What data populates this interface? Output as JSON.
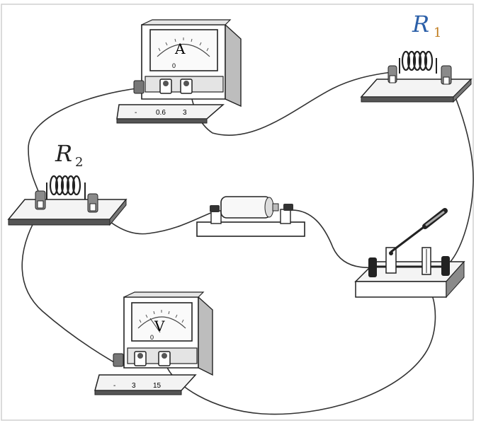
{
  "labels": {
    "r1": {
      "letter": "R",
      "sub": "1"
    },
    "r2": {
      "letter": "R",
      "sub": "2"
    }
  },
  "ammeter": {
    "symbol": "A",
    "zero_mark": "0",
    "terminals": [
      "-",
      "0.6",
      "3"
    ]
  },
  "voltmeter": {
    "symbol": "V",
    "zero_mark": "0",
    "terminals": [
      "-",
      "3",
      "15"
    ]
  },
  "colors": {
    "r1_label": "#2b5fa8",
    "r1_sub": "#c07a1a",
    "line": "#222222"
  }
}
